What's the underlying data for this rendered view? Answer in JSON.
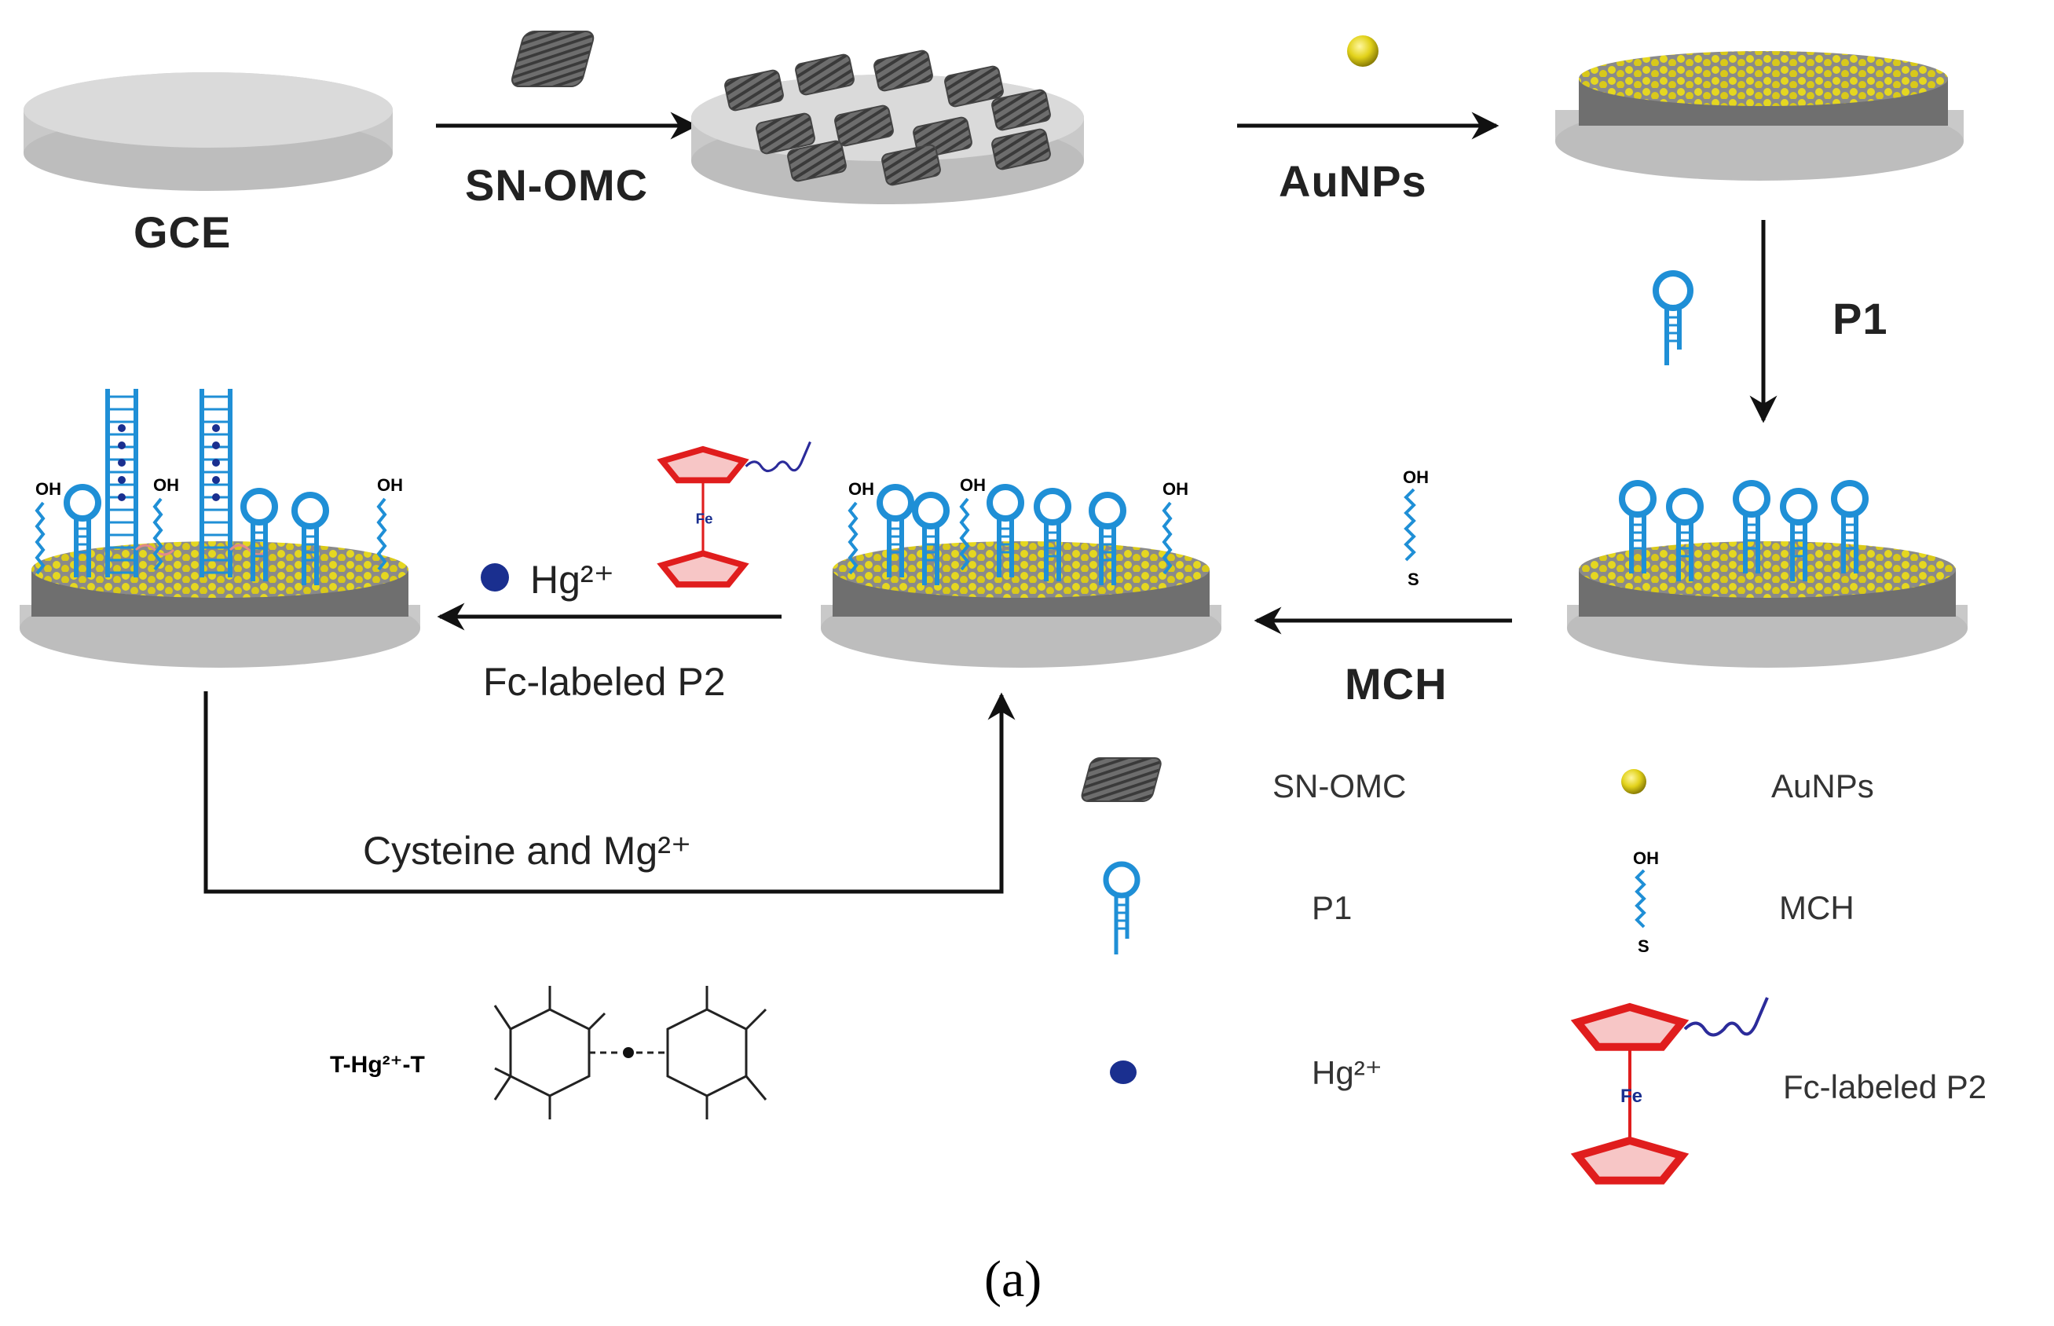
{
  "labels": {
    "gce": "GCE",
    "sn_omc": "SN-OMC",
    "aunps": "AuNPs",
    "p1": "P1",
    "mch": "MCH",
    "hg_ion": "Hg²⁺",
    "fc_labeled_p2": "Fc-labeled P2",
    "cysteine_mg": "Cysteine and Mg²⁺",
    "caption": "(a)"
  },
  "legend": {
    "sn_omc": "SN-OMC",
    "aunps": "AuNPs",
    "p1": "P1",
    "mch": "MCH",
    "hg": "Hg²⁺",
    "fc_p2": "Fc-labeled P2"
  },
  "chemistry": {
    "pair_label": "T-Hg²⁺-T",
    "oh": "OH",
    "s": "S",
    "fe": "Fe"
  },
  "colors": {
    "gold": "#e2d21a",
    "probe": "#1f8fd6",
    "disk_top": "#d7d7d7",
    "disk_side": "#bdbdbd",
    "gray_layer": "#7a7a7a",
    "hg": "#1a2f8f",
    "ferrocene": "#e01d1d",
    "arrow": "#111111"
  }
}
